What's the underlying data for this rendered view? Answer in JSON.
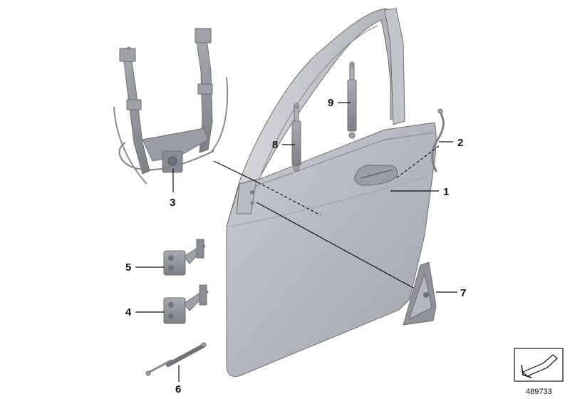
{
  "diagram": {
    "callouts": [
      {
        "id": "1",
        "label": "1"
      },
      {
        "id": "2",
        "label": "2"
      },
      {
        "id": "3",
        "label": "3"
      },
      {
        "id": "4",
        "label": "4"
      },
      {
        "id": "5",
        "label": "5"
      },
      {
        "id": "6",
        "label": "6"
      },
      {
        "id": "7",
        "label": "7"
      },
      {
        "id": "8",
        "label": "8"
      },
      {
        "id": "9",
        "label": "9"
      }
    ],
    "reference_number": "489733"
  }
}
